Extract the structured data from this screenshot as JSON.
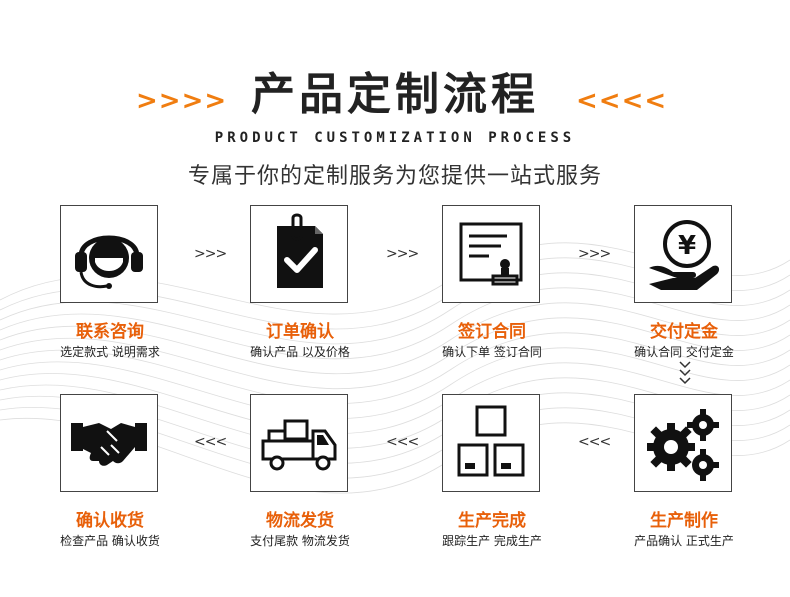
{
  "header": {
    "arrows_left": ">>>>",
    "title": "产品定制流程",
    "arrows_right": "<<<<",
    "english_subtitle": "PRODUCT CUSTOMIZATION PROCESS",
    "tagline": "专属于你的定制服务为您提供一站式服务"
  },
  "connectors": {
    "forward": ">>>",
    "backward": "<<<"
  },
  "steps": [
    {
      "title": "联系咨询",
      "desc": "选定款式  说明需求",
      "icon": "headset-icon"
    },
    {
      "title": "订单确认",
      "desc": "确认产品  以及价格",
      "icon": "clipboard-check-icon"
    },
    {
      "title": "签订合同",
      "desc": "确认下单  签订合同",
      "icon": "contract-stamp-icon"
    },
    {
      "title": "交付定金",
      "desc": "确认合同  交付定金",
      "icon": "yen-coin-hand-icon"
    },
    {
      "title": "生产制作",
      "desc": "产品确认  正式生产",
      "icon": "gears-icon"
    },
    {
      "title": "生产完成",
      "desc": "跟踪生产  完成生产",
      "icon": "stacked-boxes-icon"
    },
    {
      "title": "物流发货",
      "desc": "支付尾款  物流发货",
      "icon": "delivery-truck-icon"
    },
    {
      "title": "确认收货",
      "desc": "检查产品  确认收货",
      "icon": "handshake-icon"
    }
  ],
  "colors": {
    "accent": "#e8600a",
    "text": "#222222"
  }
}
